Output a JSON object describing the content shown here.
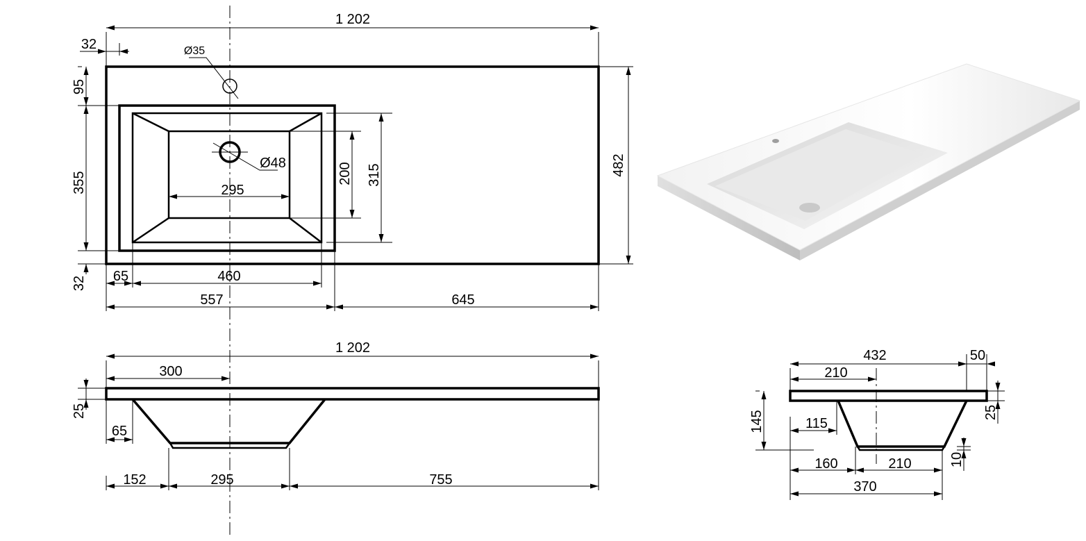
{
  "top_view": {
    "overall_width": "1 202",
    "edge_offset_left": "32",
    "tap_hole_diameter": "Ø35",
    "drain_diameter": "Ø48",
    "back_to_bowl": "95",
    "bowl_depth_outer": "355",
    "front_edge": "32",
    "overall_depth": "482",
    "bowl_inner_depth": "315",
    "bowl_bottom_depth": "200",
    "bowl_bottom_width": "295",
    "bowl_offset_left": "65",
    "bowl_inner_width": "460",
    "left_section": "557",
    "right_section": "645"
  },
  "front_view": {
    "overall_width": "1 202",
    "axis_offset": "300",
    "slab_thickness": "25",
    "bowl_offset": "65",
    "left_segment": "152",
    "bottom_width": "295",
    "right_segment": "755"
  },
  "side_view": {
    "overall_depth": "432",
    "front_lip": "50",
    "axis_offset": "210",
    "total_height": "145",
    "top_offset": "115",
    "slab_thickness": "25",
    "bottom_thickness": "10",
    "bottom_offset": "160",
    "bottom_width": "210",
    "bowl_depth": "370"
  },
  "colors": {
    "line": "#000000",
    "background": "#ffffff",
    "render_shade": "#d9d9d9"
  }
}
